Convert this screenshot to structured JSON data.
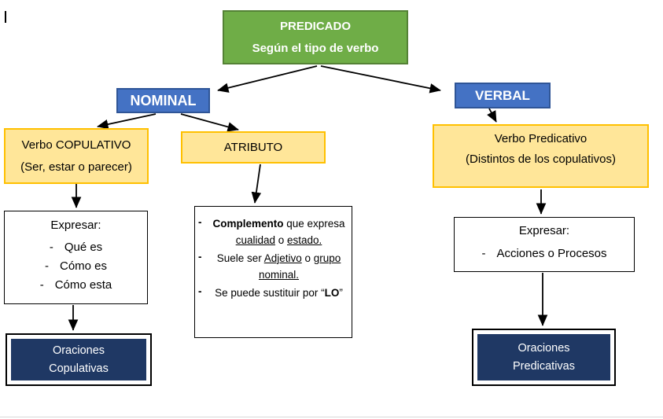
{
  "colors": {
    "green": "#6FAD47",
    "green_border": "#548235",
    "blue": "#4472C4",
    "blue_border": "#2F5597",
    "yellow": "#FFE699",
    "yellow_border": "#FFC000",
    "navy": "#1F3864",
    "arrow": "#000000"
  },
  "bullet_char": "-",
  "root": {
    "title": "PREDICADO",
    "subtitle": "Según el tipo de verbo"
  },
  "nominal": {
    "label": "NOMINAL"
  },
  "verbal": {
    "label": "VERBAL"
  },
  "copulativo": {
    "line1": "Verbo COPULATIVO",
    "line2": "(Ser, estar o parecer)"
  },
  "atributo": {
    "label": "ATRIBUTO"
  },
  "predicativo": {
    "line1": "Verbo Predicativo",
    "line2": "(Distintos de los copulativos)"
  },
  "expresar_nominal": {
    "title": "Expresar:",
    "items": [
      "Qué es",
      "Cómo es",
      "Cómo esta"
    ]
  },
  "atributo_detail": {
    "bullets": [
      {
        "segments": [
          {
            "t": "Complemento",
            "b": true
          },
          {
            "t": " que expresa "
          },
          {
            "t": "cualidad",
            "u": true
          },
          {
            "t": " o "
          },
          {
            "t": "estado.",
            "u": true
          }
        ]
      },
      {
        "segments": [
          {
            "t": "Suele ser "
          },
          {
            "t": "Adjetivo",
            "u": true
          },
          {
            "t": " o "
          },
          {
            "t": "grupo nominal.",
            "u": true
          }
        ]
      },
      {
        "segments": [
          {
            "t": "Se puede sustituir por "
          },
          {
            "t": "“"
          },
          {
            "t": "LO",
            "b": true
          },
          {
            "t": "”"
          }
        ]
      }
    ]
  },
  "expresar_verbal": {
    "title": "Expresar:",
    "items": [
      "Acciones o Procesos"
    ]
  },
  "oraciones_copulativas": {
    "line1": "Oraciones",
    "line2": "Copulativas"
  },
  "oraciones_predicativas": {
    "line1": "Oraciones",
    "line2": "Predicativas"
  }
}
